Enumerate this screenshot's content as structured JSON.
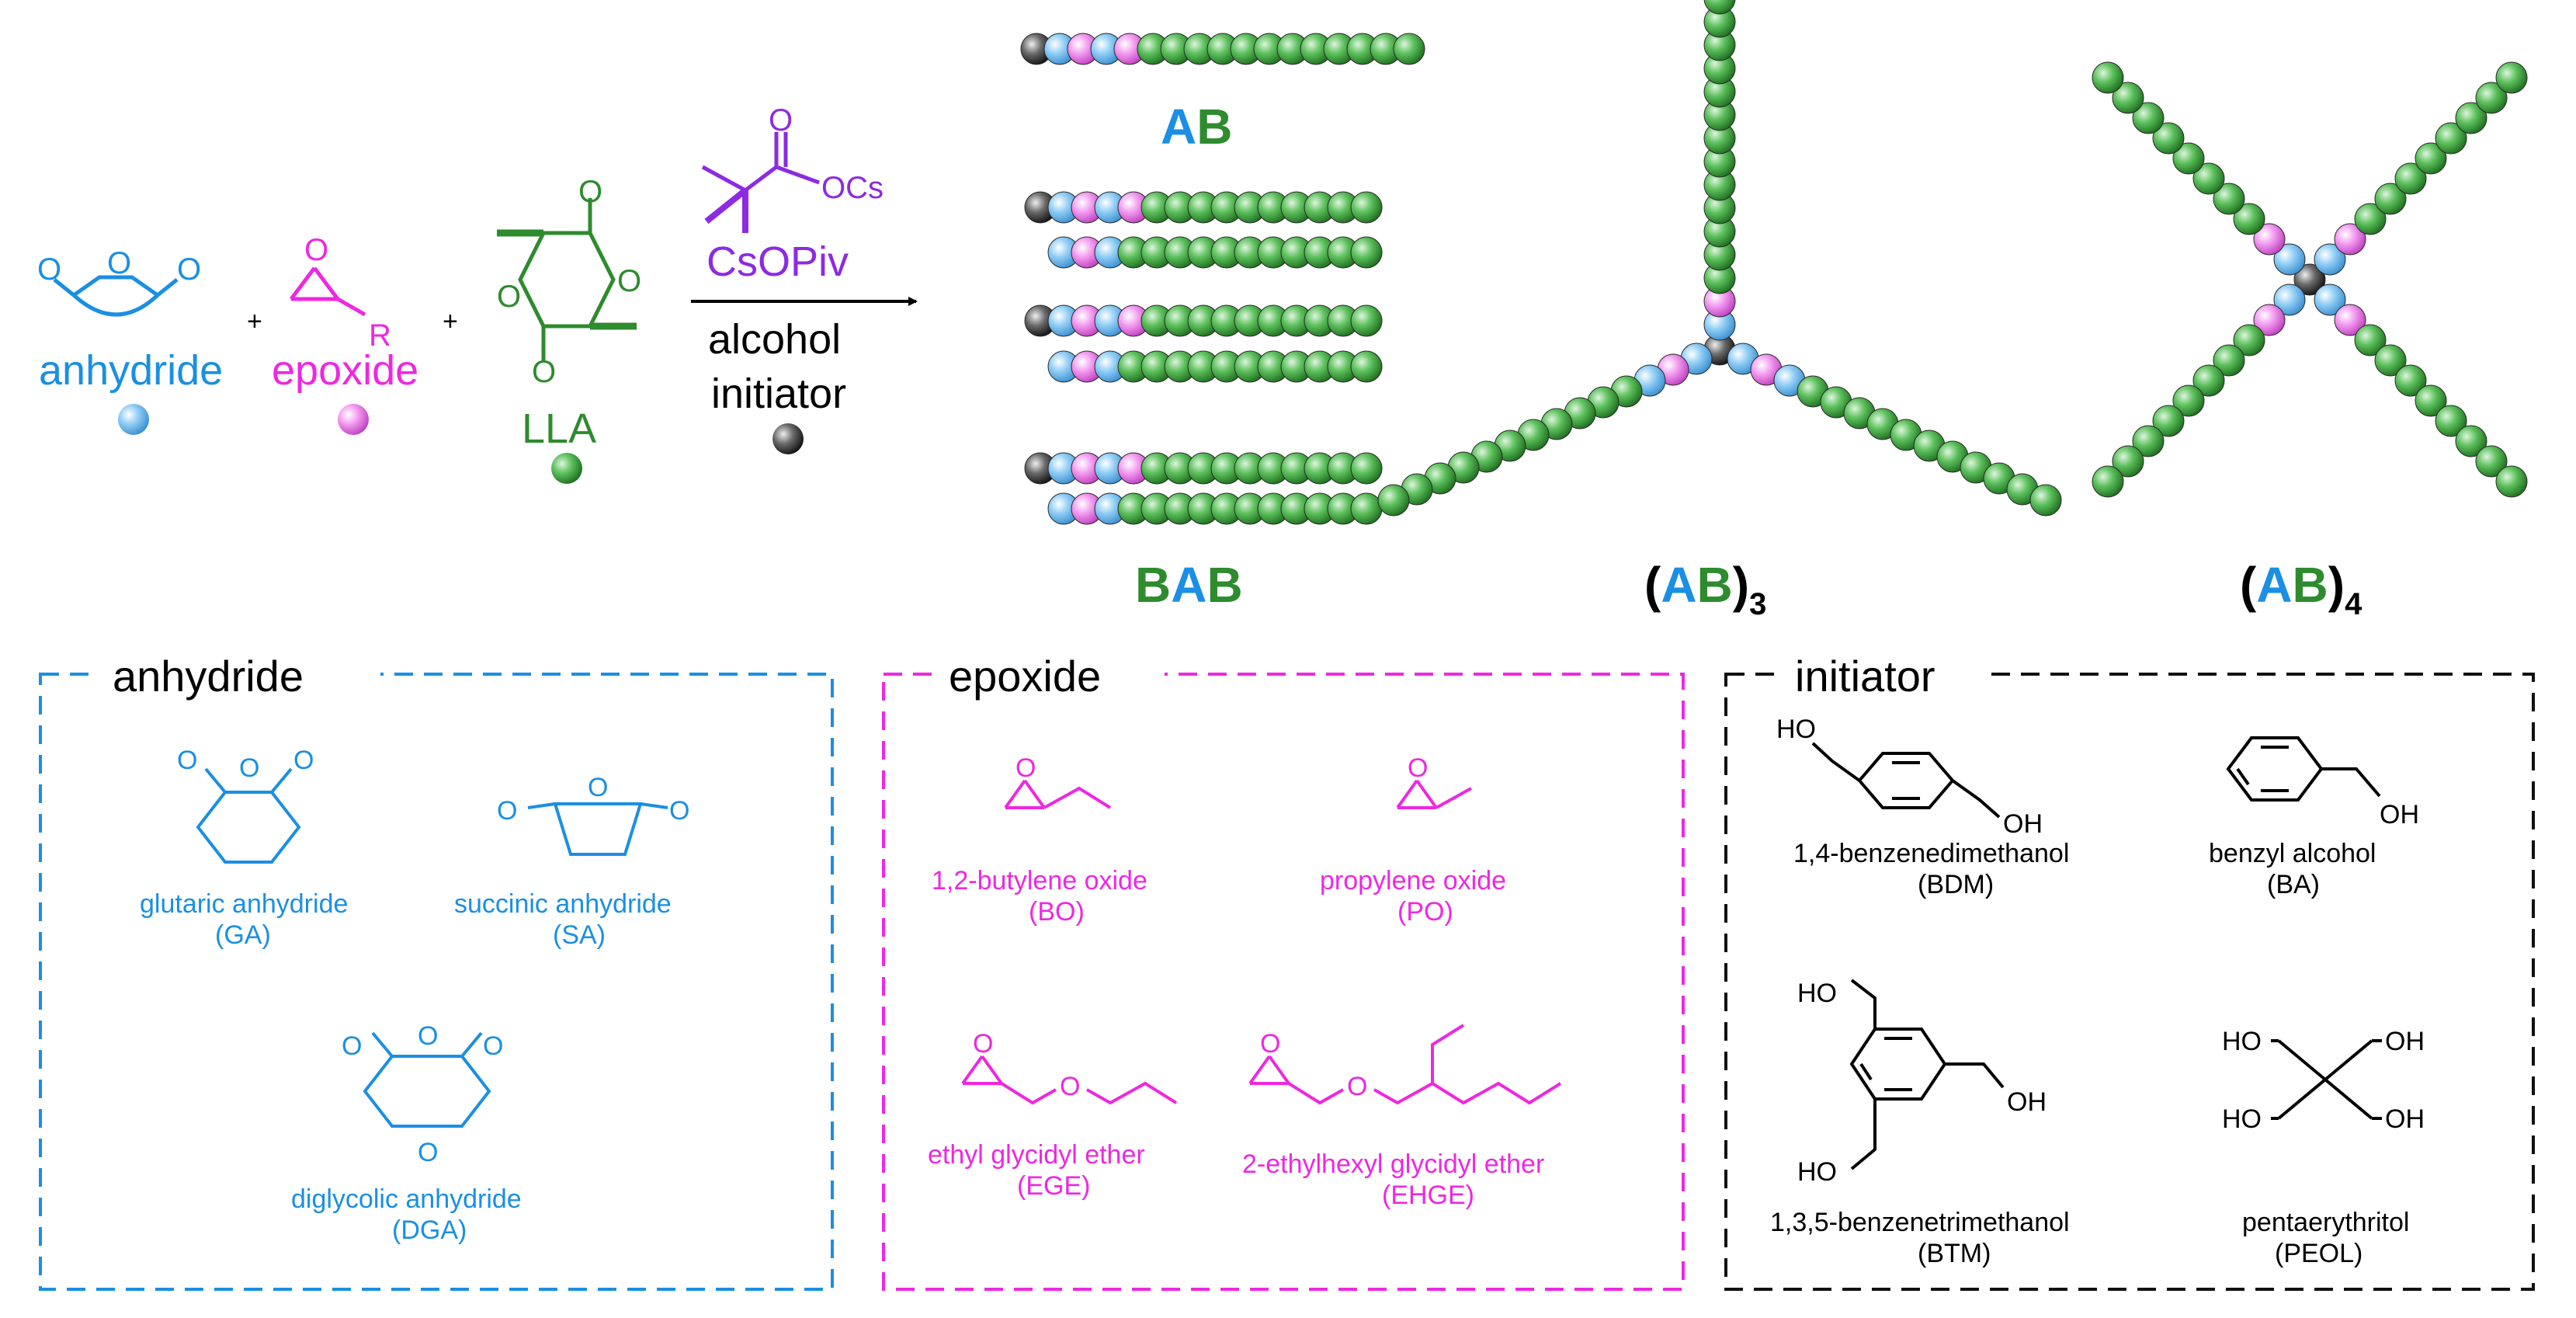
{
  "colors": {
    "anhydride": "#1a8fe3",
    "epoxide": "#ee28e0",
    "lla": "#2e8b2e",
    "initiator": "#000000",
    "black": "#000000",
    "bead_green": "#5cc05c",
    "bead_blue": "#7ec5f2",
    "bead_pink": "#f28ef0",
    "bead_gray": "#505050"
  },
  "reaction": {
    "anhydride_label": "anhydride",
    "epoxide_label": "epoxide",
    "epoxide_r": "R",
    "lla_label": "LLA",
    "plus": "+",
    "catalyst_ocs": "OCs",
    "catalyst_name": "CsOPiv",
    "condition_line1": "alcohol",
    "condition_line2": "initiator",
    "o": "O"
  },
  "architectures": {
    "ab_label": {
      "a": "A",
      "b": "B"
    },
    "bab_label": {
      "b1": "B",
      "a": "A",
      "b2": "B"
    },
    "ab3_label": {
      "open": "(",
      "a": "A",
      "b": "B",
      "close": ")",
      "sub": "3"
    },
    "ab4_label": {
      "open": "(",
      "a": "A",
      "b": "B",
      "close": ")",
      "sub": "4"
    }
  },
  "panels": {
    "anhydride": {
      "title": "anhydride",
      "items": [
        {
          "name": "glutaric anhydride",
          "abbr": "(GA)"
        },
        {
          "name": "succinic anhydride",
          "abbr": "(SA)"
        },
        {
          "name": "diglycolic anhydride",
          "abbr": "(DGA)"
        }
      ]
    },
    "epoxide": {
      "title": "epoxide",
      "items": [
        {
          "name": "1,2-butylene oxide",
          "abbr": "(BO)"
        },
        {
          "name": "propylene oxide",
          "abbr": "(PO)"
        },
        {
          "name": "ethyl glycidyl ether",
          "abbr": "(EGE)"
        },
        {
          "name": "2-ethylhexyl glycidyl ether",
          "abbr": "(EHGE)"
        }
      ]
    },
    "initiator": {
      "title": "initiator",
      "items": [
        {
          "name": "1,4-benzenedimethanol",
          "abbr": "(BDM)"
        },
        {
          "name": "benzyl alcohol",
          "abbr": "(BA)"
        },
        {
          "name": "1,3,5-benzenetrimethanol",
          "abbr": "(BTM)"
        },
        {
          "name": "pentaerythritol",
          "abbr": "(PEOL)"
        }
      ]
    }
  },
  "atoms": {
    "ho": "HO",
    "oh": "OH",
    "o": "O"
  }
}
